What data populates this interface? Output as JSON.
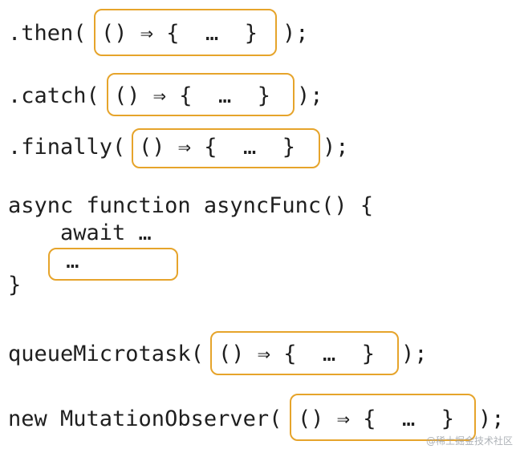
{
  "accent_color": "#e6a42b",
  "snippets": [
    {
      "name": "then",
      "prefix": ".then(",
      "boxed": "() ⇒ {  …  }",
      "suffix": ");"
    },
    {
      "name": "catch",
      "prefix": ".catch(",
      "boxed": "() ⇒ {  …  }",
      "suffix": ");"
    },
    {
      "name": "finally",
      "prefix": ".finally(",
      "boxed": "() ⇒ {  …  }",
      "suffix": ");"
    },
    {
      "name": "queue-microtask",
      "prefix": "queueMicrotask(",
      "boxed": "() ⇒ {  …  }",
      "suffix": ");"
    },
    {
      "name": "mutation-observer",
      "prefix": "new MutationObserver(",
      "boxed": "() ⇒ {  …  }",
      "suffix": ");"
    }
  ],
  "async_block": {
    "line1": "async function asyncFunc() {",
    "line2": "    await …",
    "boxed": " …",
    "line4": "}"
  },
  "watermark": "@稀土掘金技术社区"
}
